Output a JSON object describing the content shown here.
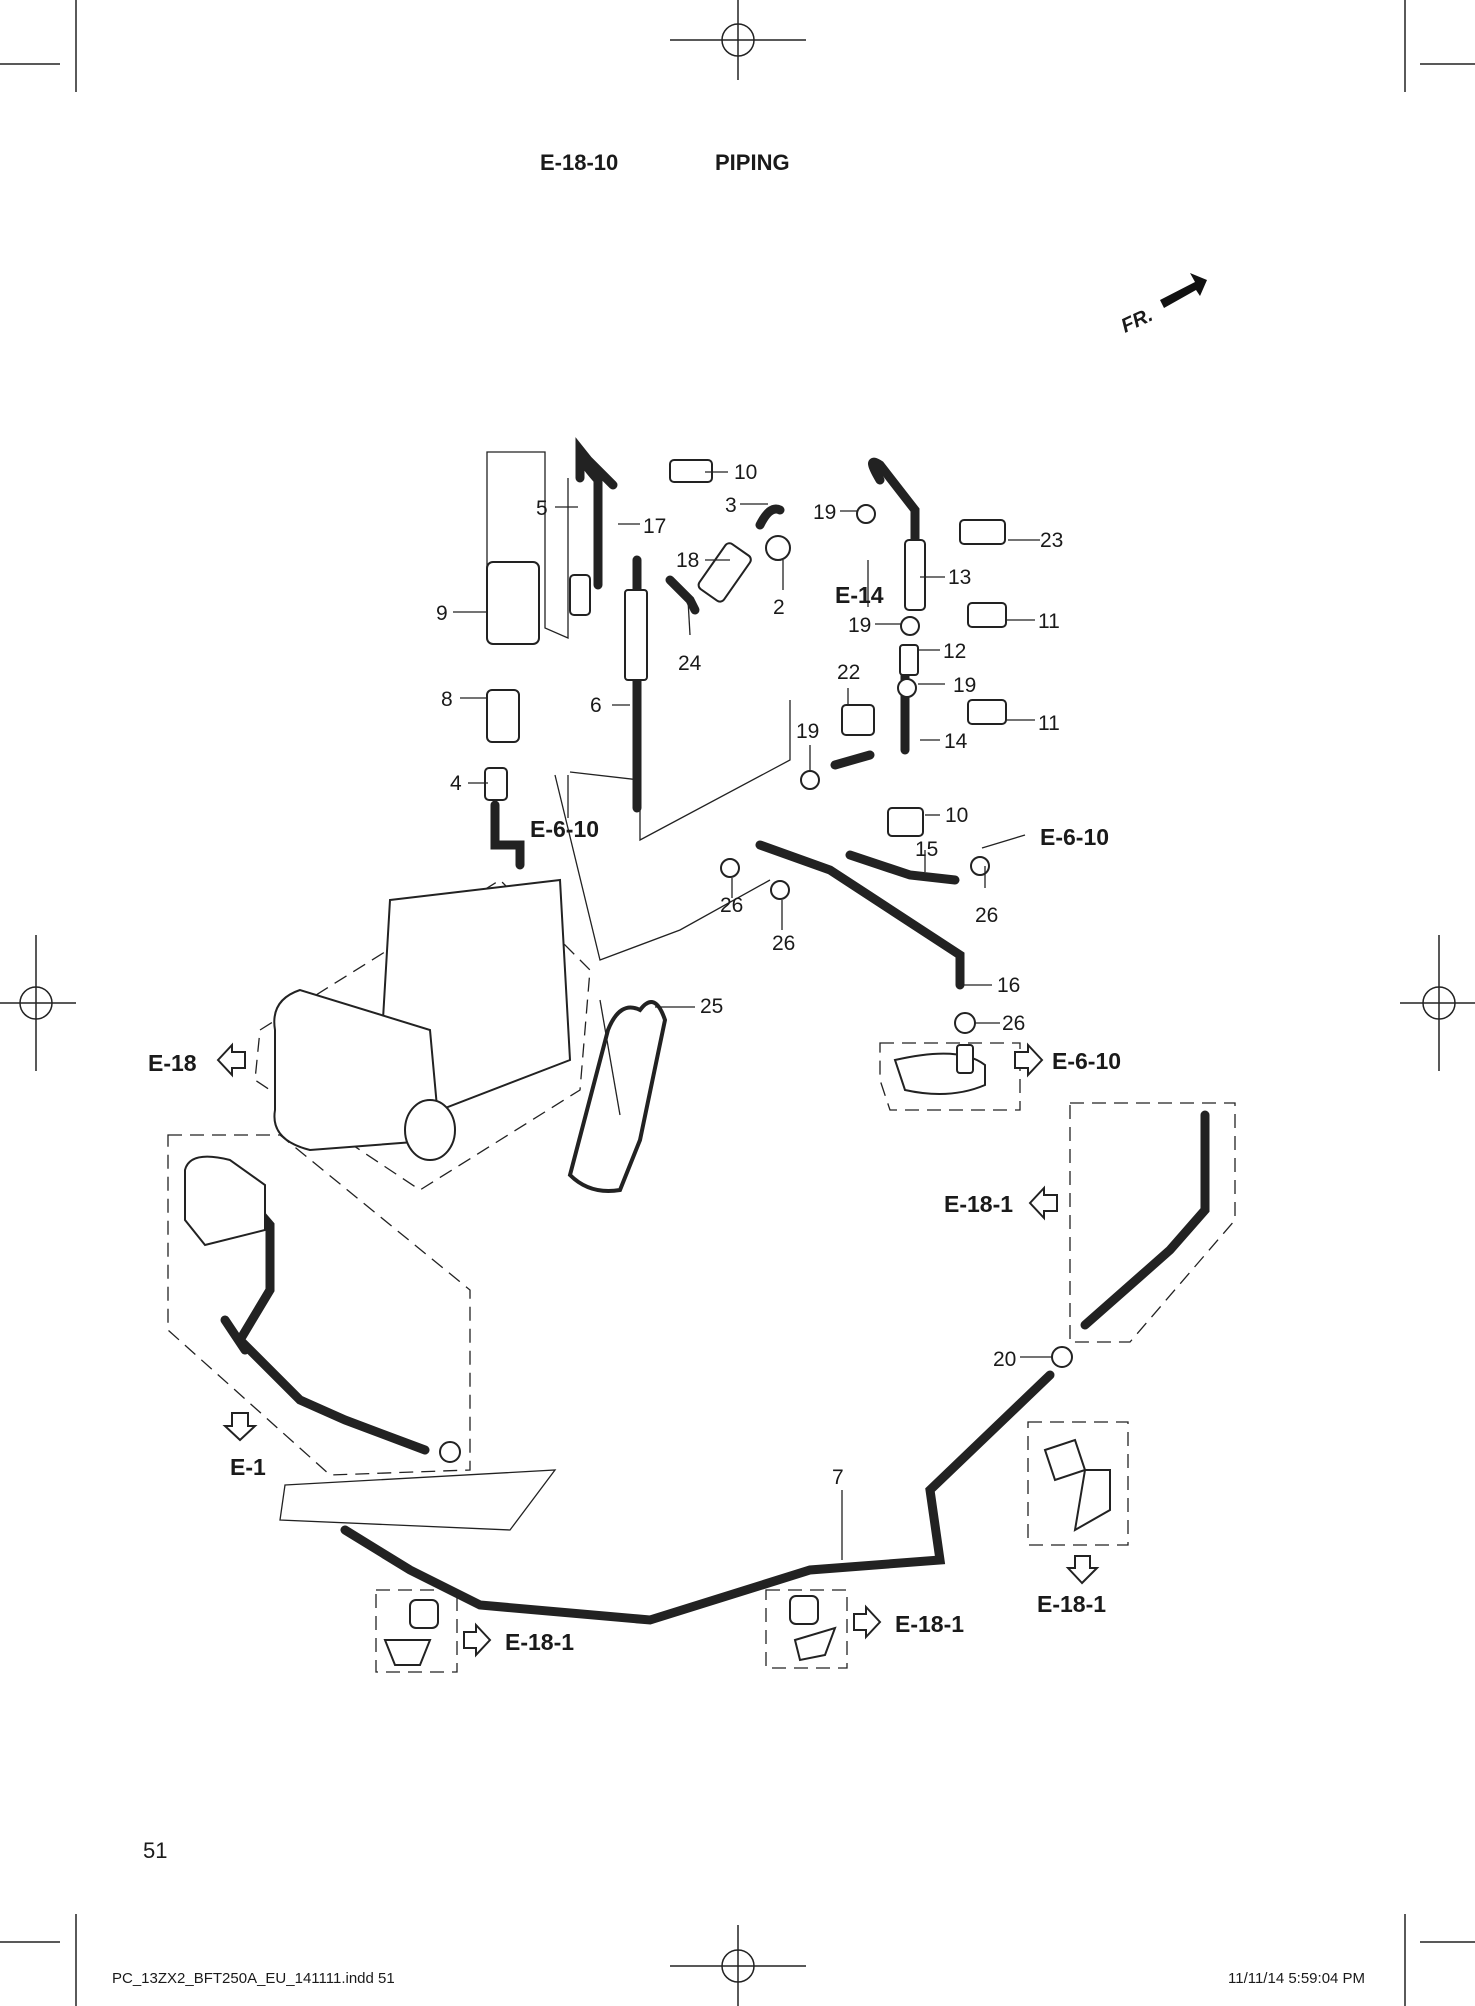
{
  "header": {
    "code": "E-18-10",
    "title": "PIPING"
  },
  "direction": {
    "label": "FR."
  },
  "page_number": "51",
  "footer": {
    "left": "PC_13ZX2_BFT250A_EU_141111.indd   51",
    "right": "11/11/14   5:59:04 PM"
  },
  "callouts": [
    "10",
    "5",
    "3",
    "19",
    "17",
    "23",
    "18",
    "13",
    "2",
    "9",
    "E-14",
    "19",
    "11",
    "24",
    "12",
    "8",
    "6",
    "22",
    "19",
    "19",
    "14",
    "11",
    "4",
    "E-6-10",
    "10",
    "E-6-10",
    "15",
    "26",
    "26",
    "26",
    "16",
    "25",
    "26",
    "E-18",
    "E-6-10",
    "E-18-1",
    "20",
    "E-1",
    "7",
    "E-18-1",
    "E-18-1",
    "E-18-1"
  ]
}
